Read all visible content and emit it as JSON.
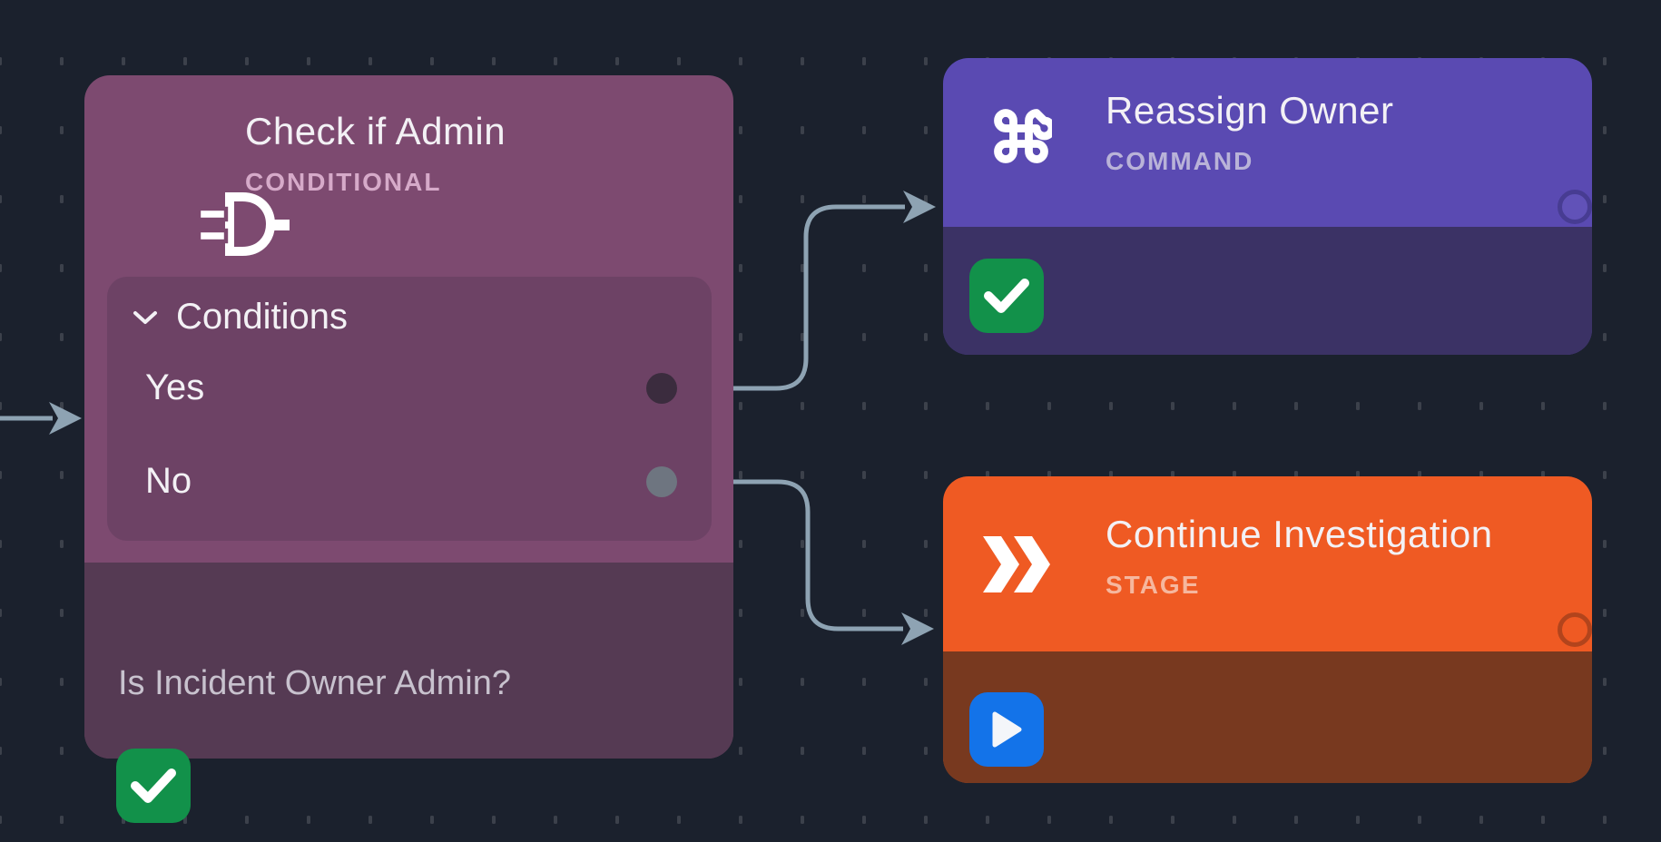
{
  "canvas": {
    "background_color": "#1b212d",
    "grid_dot_color": "#3c414b",
    "connector_color": "#8EA3B3"
  },
  "nodes": [
    {
      "id": "check-if-admin",
      "title": "Check if Admin",
      "type_label": "CONDITIONAL",
      "icon": "logic-gate-icon",
      "accent_color": "#7D4A70",
      "conditions_label": "Conditions",
      "outputs": [
        {
          "label": "Yes"
        },
        {
          "label": "No"
        }
      ],
      "description": "Is Incident Owner Admin?",
      "status_icon": "check-icon",
      "status_color": "#12914A"
    },
    {
      "id": "reassign-owner",
      "title": "Reassign Owner",
      "type_label": "COMMAND",
      "icon": "command-icon",
      "accent_color": "#5A4AB2",
      "status_icon": "check-icon",
      "status_color": "#12914A"
    },
    {
      "id": "continue-investigation",
      "title": "Continue Investigation",
      "type_label": "STAGE",
      "icon": "stage-chevrons-icon",
      "accent_color": "#EF5A23",
      "status_icon": "play-icon",
      "status_color": "#1373E9"
    }
  ],
  "edges": [
    {
      "from": "offscreen-left",
      "to": "check-if-admin"
    },
    {
      "from": "check-if-admin.Yes",
      "to": "reassign-owner"
    },
    {
      "from": "check-if-admin.No",
      "to": "continue-investigation"
    }
  ]
}
